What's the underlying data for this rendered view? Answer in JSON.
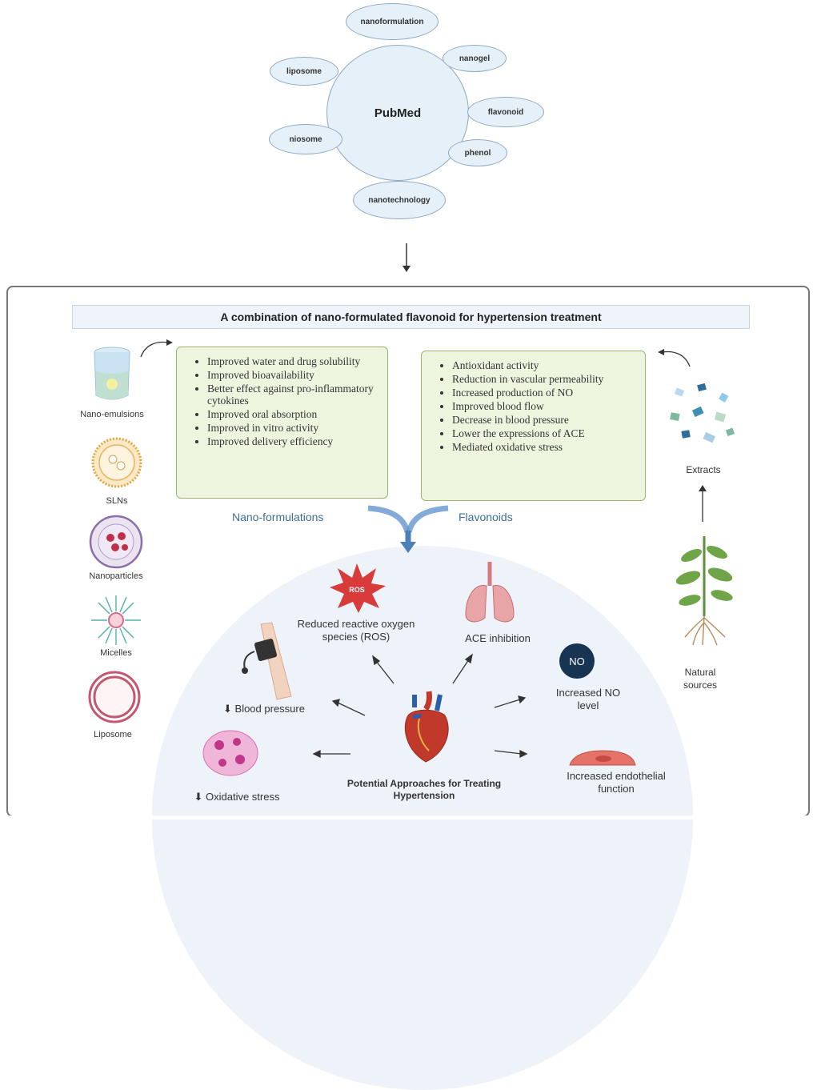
{
  "search": {
    "center": "PubMed",
    "keywords": [
      "nanoformulation",
      "liposome",
      "nanogel",
      "flavonoid",
      "niosome",
      "phenol",
      "nanotechnology"
    ]
  },
  "panel": {
    "title": "A combination of nano-formulated flavonoid for hypertension treatment",
    "nano_benefits": [
      "Improved water and drug solubility",
      "Improved bioavailability",
      "Better effect against pro-inflammatory cytokines",
      "Improved oral absorption",
      "Improved in vitro activity",
      "Improved delivery efficiency"
    ],
    "flavonoid_benefits": [
      "Antioxidant activity",
      "Reduction in vascular permeability",
      "Increased production of NO",
      "Improved blood flow",
      "Decrease in blood pressure",
      "Lower the expressions of ACE",
      "Mediated oxidative stress"
    ],
    "nano_label": "Nano-formulations",
    "flavonoid_label": "Flavonoids"
  },
  "carriers": [
    "Nano-emulsions",
    "SLNs",
    "Nanoparticles",
    "Micelles",
    "Liposome"
  ],
  "sources": {
    "extracts": "Extracts",
    "natural": "Natural sources"
  },
  "effects": {
    "ros": "Reduced reactive oxygen species (ROS)",
    "ros_badge": "ROS",
    "ace": "ACE inhibition",
    "no": "Increased NO level",
    "no_badge": "NO",
    "bp": "⬇ Blood pressure",
    "oxidative": "⬇ Oxidative stress",
    "endothelial": "Increased endothelial function",
    "center": "Potential Approaches for Treating Hypertension"
  },
  "colors": {
    "circle_fill": "#e6f0f8",
    "box_fill": "#eef5df",
    "accent_blue": "#3d6f93",
    "heart_red": "#c0392b"
  }
}
